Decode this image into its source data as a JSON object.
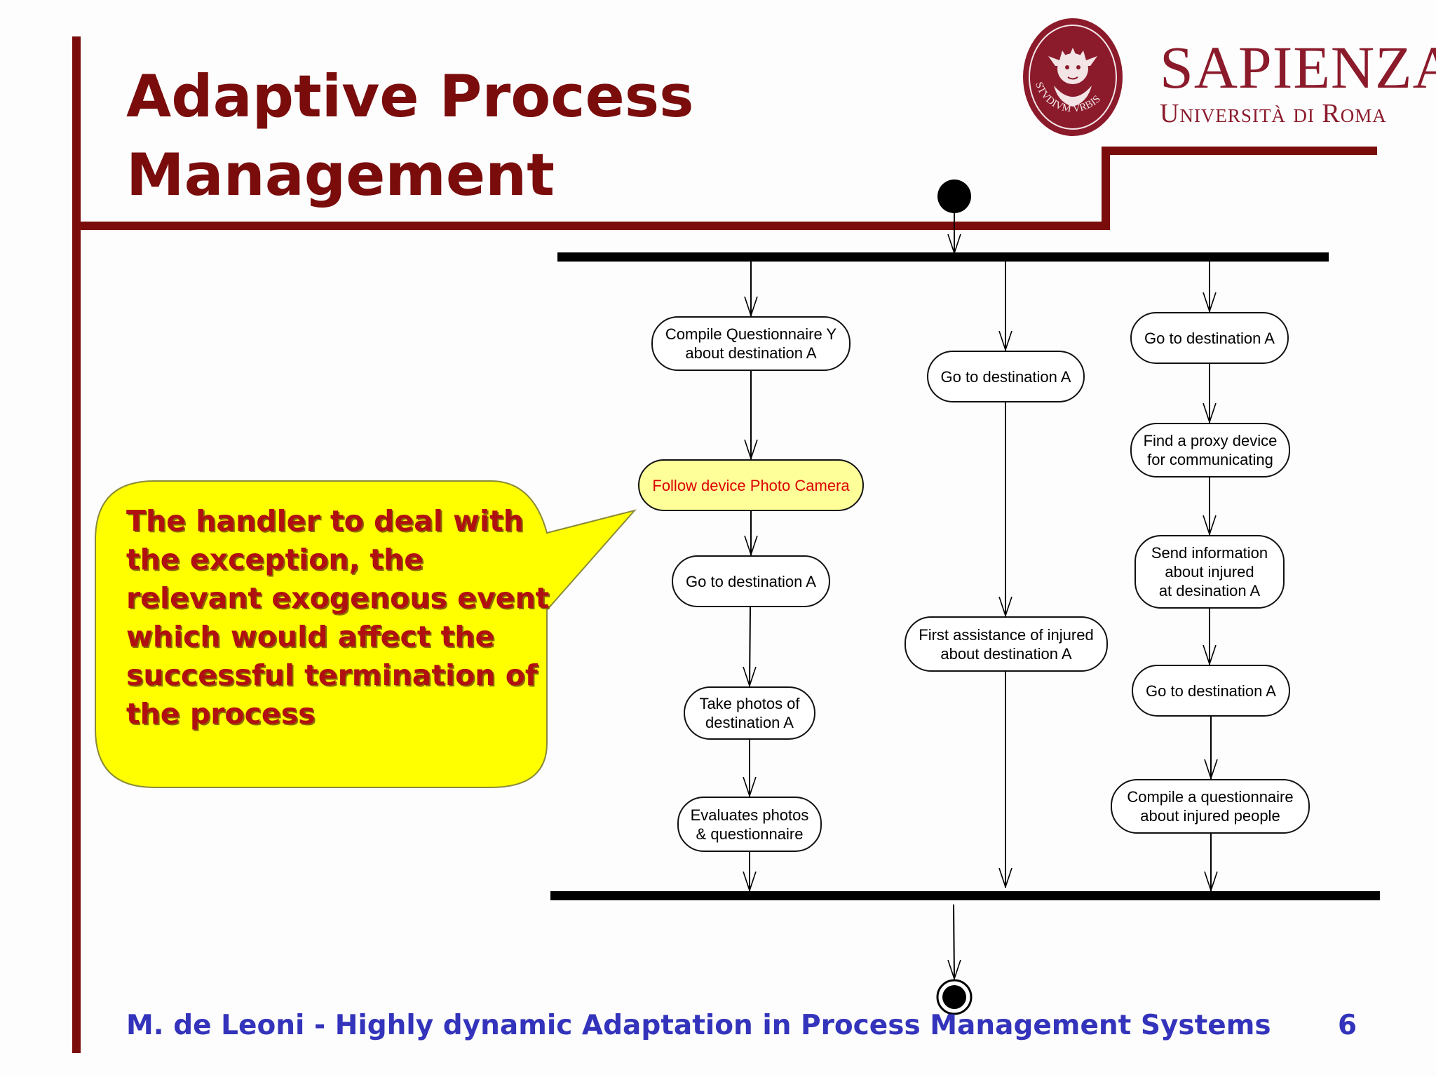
{
  "header": {
    "title_lines": [
      "Adaptive Process",
      "Management"
    ],
    "brand": "SAPIENZA",
    "brand_sub": "Università di Roma",
    "seal_text": "STVDIVM VRBIS"
  },
  "callout": {
    "lines": [
      "The handler to deal with",
      "the exception, the",
      "relevant exogenous event",
      "which would affect the",
      "successful termination of",
      "the process"
    ]
  },
  "diagram": {
    "columns": [
      {
        "activities": [
          "Compile Questionnaire Y\nabout destination A",
          "Follow device Photo Camera",
          "Go to destination A",
          "Take photos of\ndestination A",
          "Evaluates photos\n& questionnaire"
        ]
      },
      {
        "activities": [
          "Go to destination A",
          "First assistance of injured\nabout destination A"
        ]
      },
      {
        "activities": [
          "Go to destination A",
          "Find a proxy device\nfor communicating",
          "Send information\nabout injured\nat desination A",
          "Go to destination A",
          "Compile a questionnaire\nabout injured people"
        ]
      }
    ]
  },
  "footer": {
    "text": "M. de Leoni - Highly dynamic Adaptation in Process Management Systems",
    "page": "6"
  },
  "colors": {
    "accent": "#7a0c0c",
    "callout_fill": "#ffff00",
    "callout_text": "#b01010",
    "highlight_fill": "#ffff99",
    "highlight_text": "#dd0000",
    "footer_text": "#3333bb"
  }
}
